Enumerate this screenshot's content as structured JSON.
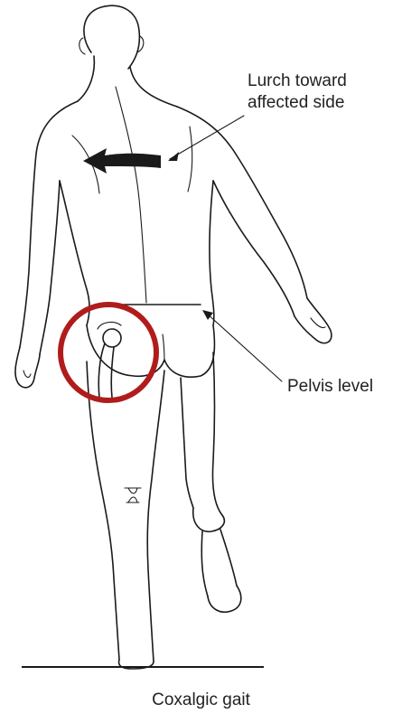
{
  "labels": {
    "lurch_line1": "Lurch toward",
    "lurch_line2": "affected side",
    "pelvis": "Pelvis level",
    "caption": "Coxalgic gait"
  },
  "colors": {
    "line": "#1a1a1a",
    "highlight_circle": "#b01c1c",
    "background": "#ffffff"
  },
  "icons": {
    "lurch_arrow": "thick-left-arrow",
    "hip_joint": "femoral-head-icon"
  }
}
